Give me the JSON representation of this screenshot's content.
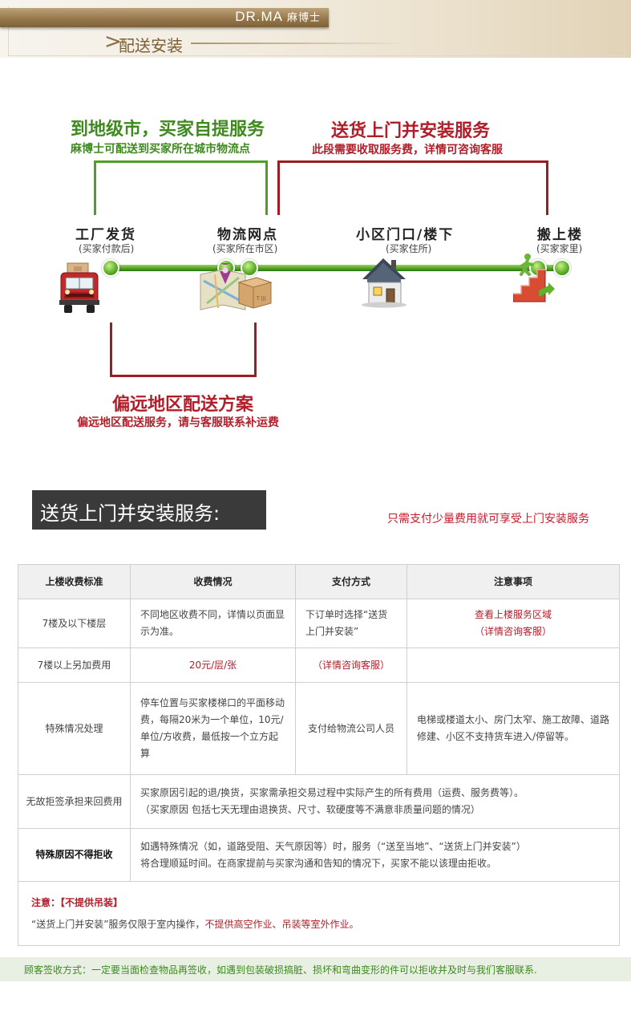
{
  "header": {
    "brand_en": "DR.MA",
    "brand_cn": "麻博士",
    "title": "配送安装"
  },
  "flow": {
    "self_pickup": {
      "title": "到地级市，买家自提服务",
      "subtitle": "麻博士可配送到买家所在城市物流点"
    },
    "door_install": {
      "title": "送货上门并安装服务",
      "subtitle": "此段需要收取服务费，详情可咨询客服"
    },
    "remote": {
      "title": "偏远地区配送方案",
      "subtitle": "偏远地区配送服务，请与客服联系补运费"
    },
    "nodes": [
      {
        "title": "工厂发货",
        "sub": "(买家付款后)",
        "icon": "truck-icon"
      },
      {
        "title": "物流网点",
        "sub": "(买家所在市区)",
        "icon": "map-package-icon"
      },
      {
        "title": "小区门口/楼下",
        "sub": "(买家住所)",
        "icon": "house-icon"
      },
      {
        "title": "搬上楼",
        "sub": "(买家家里)",
        "icon": "stairs-icon"
      }
    ]
  },
  "service": {
    "title": "送货上门并安装服务:",
    "note": "只需支付少量费用就可享受上门安装服务",
    "headers": [
      "上楼收费标准",
      "收费情况",
      "支付方式",
      "注意事项"
    ],
    "rows": [
      {
        "standard": "7楼及以下楼层",
        "fee": "不同地区收费不同，详情以页面显示为准。",
        "payment": "下订单时选择“送货上门并安装”",
        "notice_line1": "查看上楼服务区域",
        "notice_line2": "（详情咨询客服）"
      },
      {
        "standard": "7楼以上另加费用",
        "fee": "20元/层/张",
        "payment": "（详情咨询客服）",
        "notice": ""
      },
      {
        "standard": "特殊情况处理",
        "fee": "停车位置与买家楼梯口的平面移动费，每隔20米为一个单位，10元/单位/方收费，最低按一个立方起算",
        "payment": "支付给物流公司人员",
        "notice": "电梯或楼道太小、房门太窄、施工故障、道路修建、小区不支持货车进入/停留等。"
      }
    ],
    "refuse": {
      "label": "无故拒签承担来回费用",
      "line1": "买家原因引起的退/换货，买家需承担交易过程中实际产生的所有费用（运费、服务费等）。",
      "line2": "（买家原因  包括七天无理由退换货、尺寸、软硬度等不满意非质量问题的情况）"
    },
    "force": {
      "label": "特殊原因不得拒收",
      "line1": "如遇特殊情况（如，道路受阻、天气原因等）时，服务（“送至当地”、“送货上门并安装”）",
      "line2": "将合理顺延时间。在商家提前与买家沟通和告知的情况下，买家不能以该理由拒收。"
    },
    "attention": {
      "label": "注意：【不提供吊装】",
      "text_prefix": "“送货上门并安装”服务仅限于室内操作，",
      "text_red": "不提供高空作业、吊装等室外作业。"
    }
  },
  "footer": {
    "text": "顾客签收方式：一定要当面检查物品再签收，如遇到包装破损搞脏、损坏和弯曲变形的件可以拒收并及时与我们客服联系."
  }
}
